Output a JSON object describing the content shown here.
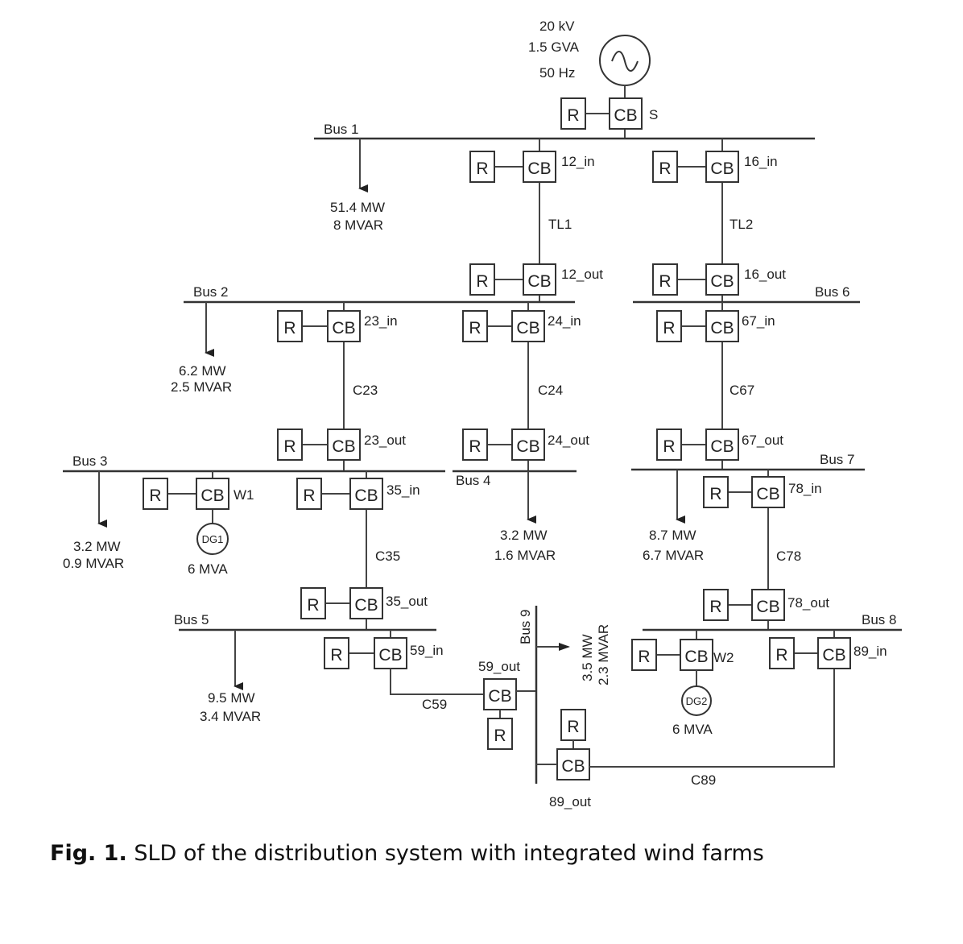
{
  "source": {
    "voltage": "20 kV",
    "capacity": "1.5 GVA",
    "frequency": "50 Hz"
  },
  "buses": [
    "Bus 1",
    "Bus 2",
    "Bus 3",
    "Bus 4",
    "Bus 5",
    "Bus 6",
    "Bus 7",
    "Bus 8",
    "Bus 9"
  ],
  "breakers": {
    "box_r": "R",
    "box_cb": "CB",
    "s": "S",
    "b12_in": "12_in",
    "b16_in": "16_in",
    "b12_out": "12_out",
    "b16_out": "16_out",
    "b23_in": "23_in",
    "b24_in": "24_in",
    "b67_in": "67_in",
    "b23_out": "23_out",
    "b24_out": "24_out",
    "b67_out": "67_out",
    "w1": "W1",
    "b35_in": "35_in",
    "b78_in": "78_in",
    "b35_out": "35_out",
    "b78_out": "78_out",
    "b59_in": "59_in",
    "w2": "W2",
    "b89_in": "89_in",
    "b59_out": "59_out",
    "b89_out": "89_out"
  },
  "lines": [
    "TL1",
    "TL2",
    "C23",
    "C24",
    "C67",
    "C35",
    "C78",
    "C59",
    "C89"
  ],
  "loads": {
    "bus1": {
      "p": "51.4 MW",
      "q": "8 MVAR"
    },
    "bus2": {
      "p": "6.2 MW",
      "q": "2.5 MVAR"
    },
    "bus3": {
      "p": "3.2 MW",
      "q": "0.9 MVAR"
    },
    "bus4": {
      "p": "3.2 MW",
      "q": "1.6 MVAR"
    },
    "bus7": {
      "p": "8.7 MW",
      "q": "6.7 MVAR"
    },
    "bus5": {
      "p": "9.5 MW",
      "q": "3.4 MVAR"
    },
    "bus9": {
      "p": "3.5 MW",
      "q": "2.3 MVAR"
    }
  },
  "dg": {
    "dg1": {
      "name": "DG1",
      "rating": "6 MVA"
    },
    "dg2": {
      "name": "DG2",
      "rating": "6 MVA"
    }
  },
  "caption": {
    "label": "Fig. 1.",
    "text": "SLD of the distribution system with integrated wind farms"
  }
}
